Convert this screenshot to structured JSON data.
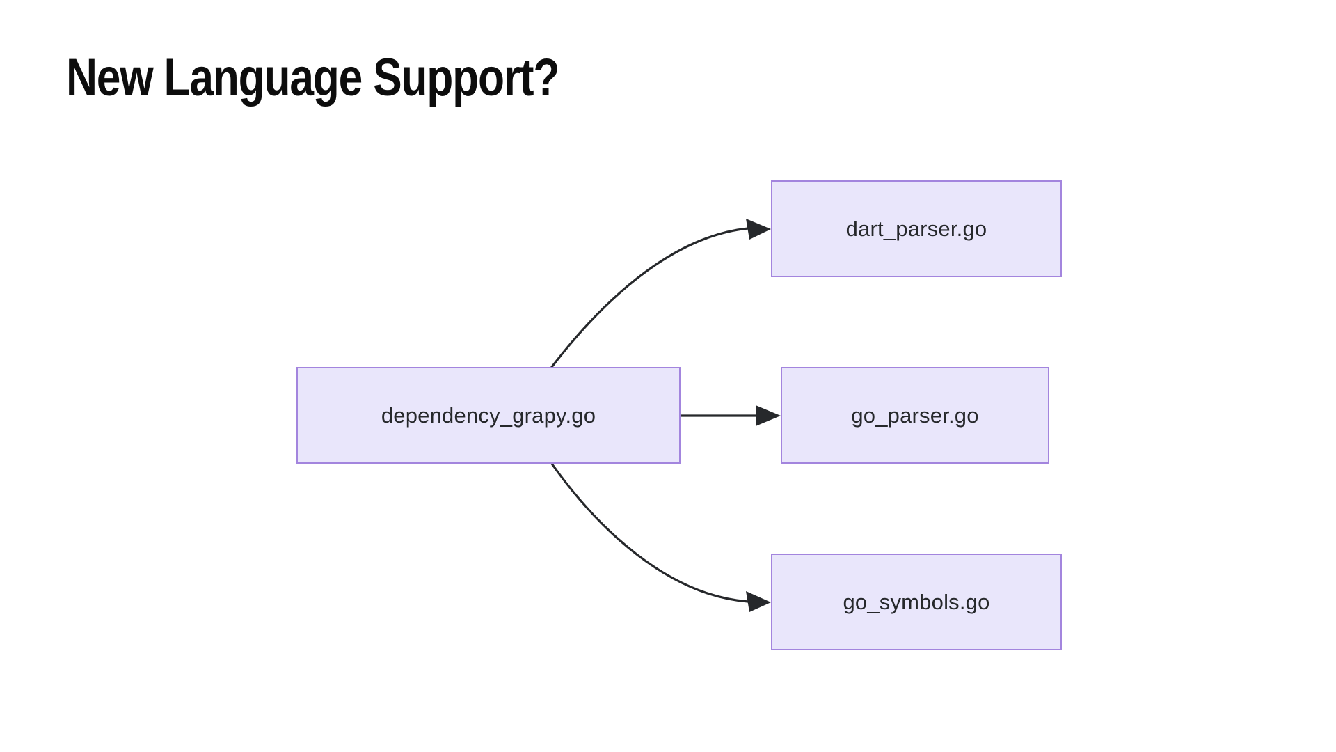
{
  "slide": {
    "title": "New Language Support?",
    "background_color": "#ffffff",
    "title_color": "#0d0d0d"
  },
  "theme": {
    "node_fill": "#e9e6fb",
    "node_border": "#a385de",
    "node_text": "#26282b",
    "edge_color": "#26282b"
  },
  "diagram": {
    "type": "dependency-graph",
    "nodes": [
      {
        "id": "dependency_grapy",
        "label": "dependency_grapy.go",
        "role": "source"
      },
      {
        "id": "dart_parser",
        "label": "dart_parser.go",
        "role": "target"
      },
      {
        "id": "go_parser",
        "label": "go_parser.go",
        "role": "target"
      },
      {
        "id": "go_symbols",
        "label": "go_symbols.go",
        "role": "target"
      }
    ],
    "edges": [
      {
        "from": "dependency_grapy",
        "to": "dart_parser",
        "style": "curved",
        "arrow": "end"
      },
      {
        "from": "dependency_grapy",
        "to": "go_parser",
        "style": "straight",
        "arrow": "end"
      },
      {
        "from": "dependency_grapy",
        "to": "go_symbols",
        "style": "curved",
        "arrow": "end"
      }
    ]
  }
}
